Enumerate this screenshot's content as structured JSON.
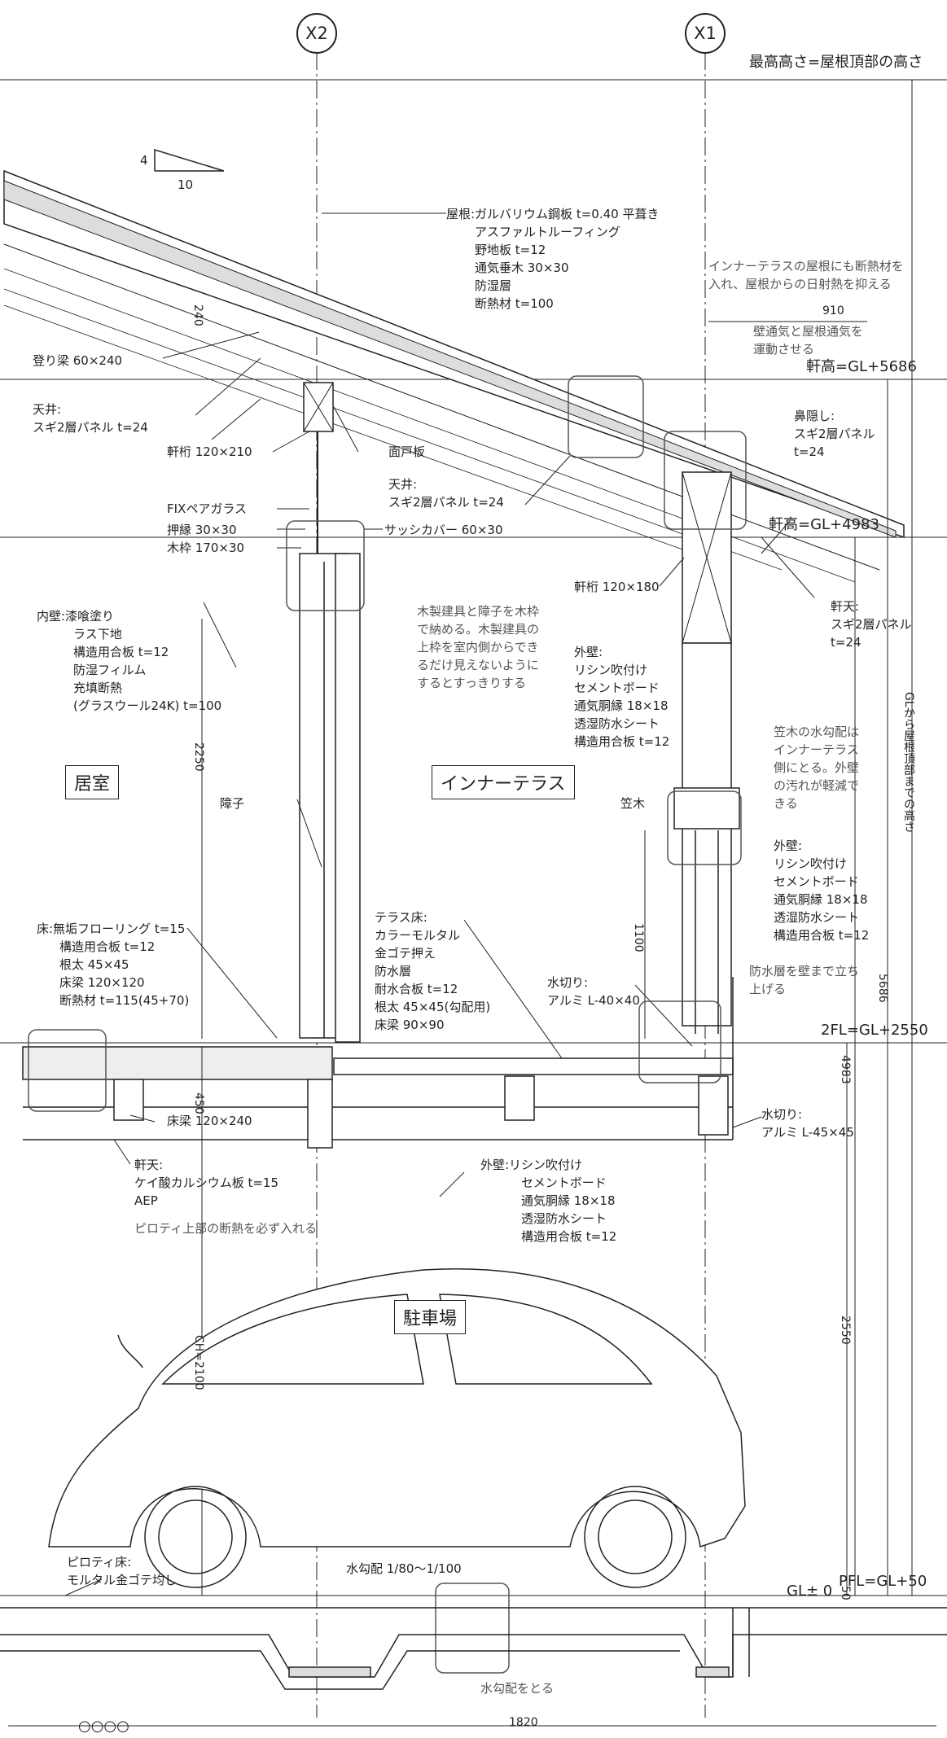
{
  "grid": {
    "x2": "X2",
    "x1": "X1"
  },
  "levels": {
    "max_height": "最高高さ=屋根頂部の高さ",
    "eave_height": "軒高=GL+5686",
    "eave_height2": "軒高=GL+4983",
    "floor2": "2FL=GL+2550",
    "pfl": "PFL=GL+50",
    "gl": "GL± 0"
  },
  "slope": {
    "rise": "4",
    "run": "10"
  },
  "rooms": {
    "living": "居室",
    "inner_terrace": "インナーテラス",
    "parking": "駐車場"
  },
  "labels": {
    "roof": [
      "屋根:ガルバリウム鋼板 t=0.40 平葺き",
      "アスファルトルーフィング",
      "野地板 t=12",
      "通気垂木 30×30",
      "防湿層",
      "断熱材 t=100"
    ],
    "rafter": "登り梁 60×240",
    "ceiling1": [
      "天井:",
      "スギ2層パネル t=24"
    ],
    "eave_beam_l": "軒桁 120×210",
    "face_board": "面戸板",
    "ceiling2": [
      "天井:",
      "スギ2層パネル t=24"
    ],
    "fix_glass": "FIXペアガラス",
    "stop_bead": "押縁 30×30",
    "wood_frame": "木枠 170×30",
    "sash_cover": "サッシカバー 60×30",
    "inner_wall": [
      "内壁:漆喰塗り",
      "ラス下地",
      "構造用合板 t=12",
      "防湿フィルム",
      "充填断熱",
      "(グラスウール24K) t=100"
    ],
    "shoji": "障子",
    "eave_beam_r": "軒桁 120×180",
    "ext_wall1": [
      "外壁:",
      "リシン吹付け",
      "セメントボード",
      "通気胴縁 18×18",
      "透湿防水シート",
      "構造用合板 t=12"
    ],
    "nose_cover": [
      "鼻隠し:",
      "スギ2層パネル",
      "t=24"
    ],
    "soffit_r": [
      "軒天:",
      "スギ2層パネル",
      "t=24"
    ],
    "kasagi": "笠木",
    "ext_wall2": [
      "外壁:",
      "リシン吹付け",
      "セメントボード",
      "通気胴縁 18×18",
      "透湿防水シート",
      "構造用合板 t=12"
    ],
    "floor": [
      "床:無垢フローリング t=15",
      "構造用合板 t=12",
      "根太 45×45",
      "床梁 120×120",
      "断熱材 t=115(45+70)"
    ],
    "terrace_floor": [
      "テラス床:",
      "カラーモルタル",
      "金ゴテ押え",
      "防水層",
      "耐水合板 t=12",
      "根太 45×45(勾配用)",
      "床梁 90×90"
    ],
    "drip1": [
      "水切り:",
      "アルミ L-40×40"
    ],
    "floor_beam": "床梁 120×240",
    "soffit_b": [
      "軒天:",
      "ケイ酸カルシウム板 t=15",
      "AEP"
    ],
    "drip2": [
      "水切り:",
      "アルミ L-45×45"
    ],
    "ext_wall3": [
      "外壁:リシン吹付け",
      "セメントボード",
      "通気胴縁 18×18",
      "透湿防水シート",
      "構造用合板 t=12"
    ],
    "piloti_floor": [
      "ピロティ床:",
      "モルタル金ゴテ均し"
    ],
    "drain_slope": "水勾配 1/80〜1/100"
  },
  "notes": {
    "insulation": [
      "インナーテラスの屋根にも断熱材を",
      "入れ、屋根からの日射熱を抑える"
    ],
    "ventilation": [
      "壁通気と屋根通気を",
      "運動させる"
    ],
    "joinery": [
      "木製建具と障子を木枠",
      "で納める。木製建具の",
      "上枠を室内側からでき",
      "るだけ見えないように",
      "するとすっきりする"
    ],
    "kasagi_slope": [
      "笠木の水勾配は",
      "インナーテラス",
      "側にとる。外壁",
      "の汚れが軽減で",
      "きる"
    ],
    "waterproof": [
      "防水層を壁まで立ち",
      "上げる"
    ],
    "piloti": "ピロティ上部の断熱を必ず入れる",
    "slope_note": "水勾配をとる"
  },
  "dims": {
    "d910": "910",
    "d240": "240",
    "d2250": "2250",
    "d1100": "1100",
    "d450": "450",
    "ch": "CH=2100",
    "d4983": "4983",
    "d5686": "5686",
    "d2550": "2550",
    "d50": "50",
    "d1820": "1820",
    "gl_to_top": "GLから屋根頂部までの高さ"
  },
  "footer": "○○○○"
}
